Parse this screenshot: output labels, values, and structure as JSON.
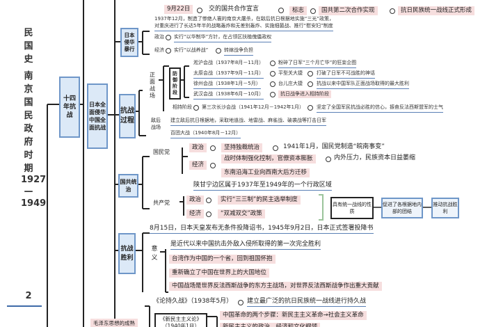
{
  "title": {
    "part1": "民国史",
    "part2": "南京国民政府时期",
    "years": "1927—1949",
    "page": "2"
  },
  "boxes": {
    "war14": "十四年抗战",
    "full": "日本全面侵华 中国全面抗战",
    "atrocity": "日本侵华暴行",
    "process": "抗战过程",
    "rule": "国共统治",
    "victory": "抗战胜利",
    "defense": "防御阶段",
    "united": "具有统一战线的性质",
    "promote": "促进了各根据地内部的团结",
    "win": "推动抗战胜利",
    "maobook": "《新民主主义论》（1940年1月）"
  },
  "labels": {
    "zhengmian": "正面战场",
    "dihou": "敌后战场",
    "kmt": "国民党",
    "ccp": "共产党",
    "yiyi": "意义",
    "mao": "毛泽东思想的成熟"
  },
  "nodes": {
    "sep22": "9月22日",
    "declaration": "交的国共合作宣言",
    "mark": "标志",
    "coop2": "国共第二次合作实现",
    "front": "抗日民族统一战线正式形成",
    "atro1": "1937年12月，制造了惨绝人寰的南京大屠杀，在敌后抗日根据地实施“三光”政策，",
    "atro2": "对重庆进行了长达5年半的战略轰炸和无差别轰炸、实施细菌战、推行“慰安妇”制度",
    "pol": "政治",
    "pol_t": "实行“以华制华”方针，在占领区扶植傀儡政权",
    "eco": "经济",
    "eco_t": "实行“以战养战”",
    "eco_t2": "转嫁战争负担",
    "b1": "淞沪会战（1937年8月－11月）",
    "b1r": "粉碎了日军“三个月亡华”的狂妄企图",
    "b2": "太原会战（1937年9月－11月）",
    "b2a": "平型关大捷",
    "b2r": "打破了日军不可战胜的神话",
    "b3": "徐州会战（1938年1月－5月）",
    "b3a": "台儿庄大捷",
    "b3r": "抗战以来中国军队正面战场取得的最大胜利",
    "b4": "武汉会战（1938年6月－10月）",
    "b4r": "抗日战争进入相持阶段",
    "stal": "相持阶段",
    "b5": "第三次长沙会战（1941年12月－1942年1月）",
    "b5r": "坚定了全国军民抗战必胜的信心，振奋反法西斯盟军的士气",
    "rear1": "建立敌后抗日根据地，采取地道战、地雷战、麻雀战、破袭战等打击日军",
    "rear2": "百团大战（1940年8月－12月）",
    "kpol": "政治",
    "kpol_t": "坚持独裁统治",
    "kpol_r": "1941年1月，国民党制造“皖南事变”",
    "keco": "经济",
    "keco_t1": "战时体制强化控制，官僚资本膨胀",
    "keco_r": "内外压力，民族资本日益萎缩",
    "keco_t2": "东南沿海工业向西南大后方迁移",
    "shaan": "陕甘宁边区属于1937年至1949年的一个行政区域",
    "cpol": "政治",
    "cpol_t": "实行“三三制”的民主选举制度",
    "ceco": "经济",
    "ceco_t": "“双减双交”政策",
    "surrender": "8月15日，日本天皇发布无条件投降诏书，1945年9月2日，日本正式签署投降书",
    "m1": "是近代以来中国抗击外敌入侵所取得的第一次完全胜利",
    "m2": "台湾作为中国的一个省，回到祖国怀抱",
    "m3": "重新确立了中国在世界上的大国地位",
    "m4": "中国战场是世界反法西斯战争的东方主战场，对世界反法西斯战争作出重大贡献",
    "lun": "《论持久战》（1938年5月）",
    "lun_r": "建立最广泛的抗日民族统一战线进行持久战",
    "xin1": "中国革命的两个步骤：新民主主义革命→社会主义革命",
    "xin2": "新民主主义的政治、经济和文化纲领"
  },
  "colors": {
    "box_fill": "#dce9f7",
    "box_border": "#6e96c8",
    "highlight": "#f6dede",
    "underline": "#5a7fb5"
  }
}
